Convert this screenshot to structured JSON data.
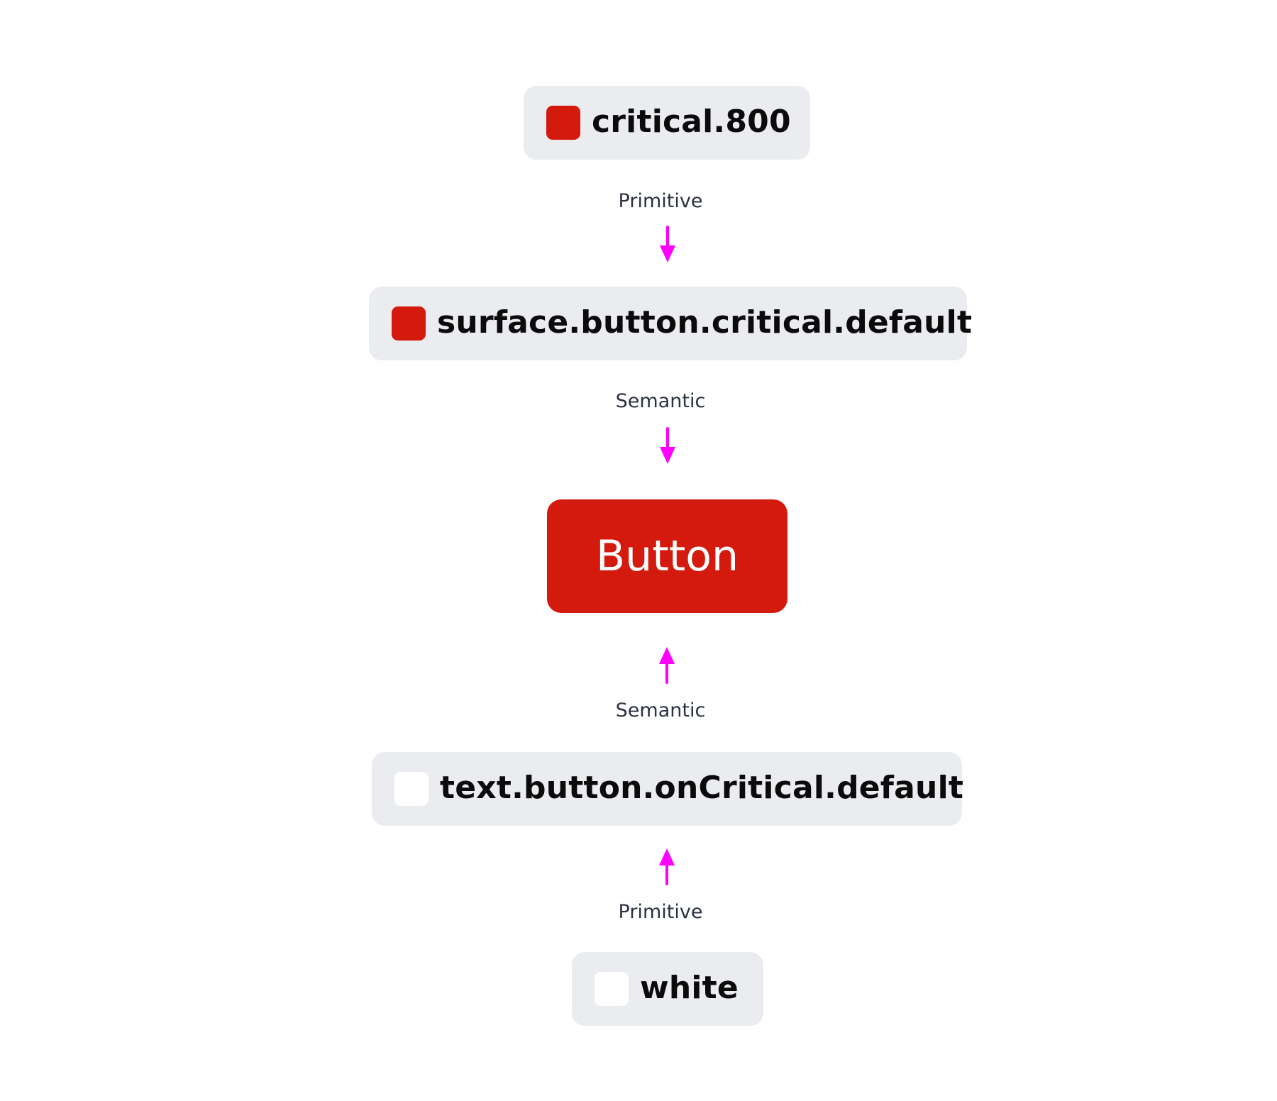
{
  "colors": {
    "critical": "#D4190D",
    "white": "#FFFFFF",
    "chip_bg": "#EBECF0",
    "arrow": "#FF00FF",
    "label": "#2B3140"
  },
  "tokens": [
    {
      "id": "critical-800",
      "label": "critical.800",
      "swatch": "#D4190D"
    },
    {
      "id": "surface-button-critical-default",
      "label": "surface.button.critical.default",
      "swatch": "#D4190D"
    },
    {
      "id": "text-button-oncritical-default",
      "label": "text.button.onCritical.default",
      "swatch": "#FFFFFF"
    },
    {
      "id": "white",
      "label": "white",
      "swatch": "#FFFFFF"
    }
  ],
  "relations": [
    {
      "label": "Primitive",
      "direction": "down"
    },
    {
      "label": "Semantic",
      "direction": "down"
    },
    {
      "label": "Semantic",
      "direction": "up"
    },
    {
      "label": "Primitive",
      "direction": "up"
    }
  ],
  "button": {
    "label": "Button",
    "background": "#D4190D",
    "text_color": "#FFFFFF"
  }
}
